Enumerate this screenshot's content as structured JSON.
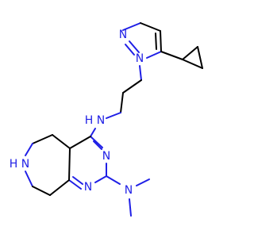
{
  "molecule": {
    "colors": {
      "bond": "#000000",
      "nitrogen": "#1f1fe6",
      "background": "#ffffff"
    },
    "atom_labels": {
      "pyrazole_n2": "N",
      "pyrazole_n1": "N",
      "amine_nh": "N",
      "amine_h": "H",
      "pyrimidine_n3": "N",
      "pyrimidine_n1": "N",
      "azepane_nh": "N",
      "azepane_h": "H",
      "dimethylamino_n": "N"
    }
  }
}
